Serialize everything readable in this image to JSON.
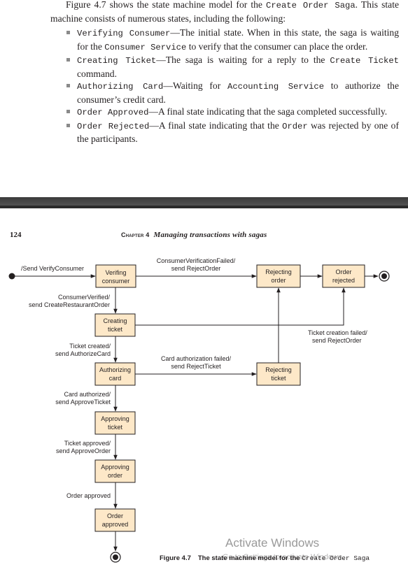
{
  "intro": {
    "before_ref": "Figure 4.7 shows the state machine model for the ",
    "saga_name": "Create Order Saga",
    "after_ref": ". This state machine consists of numerous states, including the following:"
  },
  "states_list": [
    {
      "code": "Verifying Consumer",
      "text": "—The initial state. When in this state, the saga is waiting for the ",
      "code2": "Consumer Service",
      "text2": " to verify that the consumer can place the order."
    },
    {
      "code": "Creating Ticket",
      "text": "—The saga is waiting for a reply to the ",
      "code2": "Create Ticket",
      "text2": " command."
    },
    {
      "code": "Authorizing Card",
      "text": "—Waiting for ",
      "code2": "Accounting Service",
      "text2": " to authorize the consumer’s credit card."
    },
    {
      "code": "Order Approved",
      "text": "—A final state indicating that the saga completed successfully.",
      "code2": "",
      "text2": ""
    },
    {
      "code": "Order Rejected",
      "text": "—A final state indicating that the ",
      "code2": "Order",
      "text2": " was rejected by one of the participants."
    }
  ],
  "page_number": "124",
  "running_head": {
    "chapter_label": "Chapter 4",
    "chapter_title": "Managing transactions with sagas"
  },
  "diagram": {
    "states": {
      "verifying_consumer": [
        "Verifing",
        "consumer"
      ],
      "creating_ticket": [
        "Creating",
        "ticket"
      ],
      "authorizing_card": [
        "Authorizing",
        "card"
      ],
      "approving_ticket": [
        "Approving",
        "ticket"
      ],
      "approving_order": [
        "Approving",
        "order"
      ],
      "order_approved": [
        "Order",
        "approved"
      ],
      "rejecting_order": [
        "Rejecting",
        "order"
      ],
      "order_rejected": [
        "Order",
        "rejected"
      ],
      "rejecting_ticket": [
        "Rejecting",
        "ticket"
      ]
    },
    "transitions": {
      "start": "/Send VerifyConsumer",
      "consumer_verified": [
        "ConsumerVerified/",
        "send CreateRestaurantOrder"
      ],
      "ticket_created": [
        "Ticket created/",
        "send AuthorizeCard"
      ],
      "card_authorized": [
        "Card authorized/",
        "send ApproveTicket"
      ],
      "ticket_approved": [
        "Ticket approved/",
        "send ApproveOrder"
      ],
      "order_approved": "Order approved",
      "verification_failed": [
        "ConsumerVerificationFailed/",
        "send RejectOrder"
      ],
      "card_failed": [
        "Card authorization failed/",
        "send RejectTicket"
      ],
      "ticket_failed": [
        "Ticket creation failed/",
        "send RejectOrder"
      ]
    }
  },
  "caption": {
    "label": "Figure 4.7",
    "title": "The state machine model for the ",
    "saga_name": "Create Order Saga"
  },
  "watermark": {
    "title": "Activate Windows",
    "subtitle": "Go to Settings to activate Windows."
  },
  "colors": {
    "state_fill": "#fde8c8",
    "ink": "#231f20",
    "divider": "#4a4a4a"
  }
}
